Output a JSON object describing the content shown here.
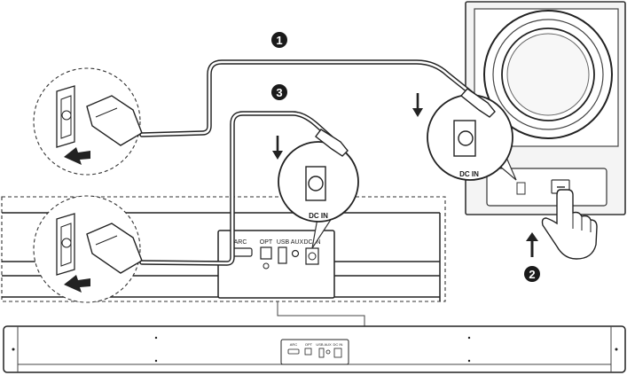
{
  "diagram": {
    "steps": [
      {
        "number": "1"
      },
      {
        "number": "2"
      },
      {
        "number": "3"
      }
    ],
    "soundbar_ports": {
      "arc": "ARC",
      "opt": "OPT",
      "usb_aux": "USB AUX",
      "dc_in": "DC IN"
    },
    "soundbar_ports_small": {
      "arc": "ARC",
      "opt": "OPT",
      "usb_aux": "USB AUX",
      "dc_in": "DC IN"
    },
    "soundbar_callout_label": "DC IN",
    "subwoofer_callout_label": "DC IN"
  }
}
